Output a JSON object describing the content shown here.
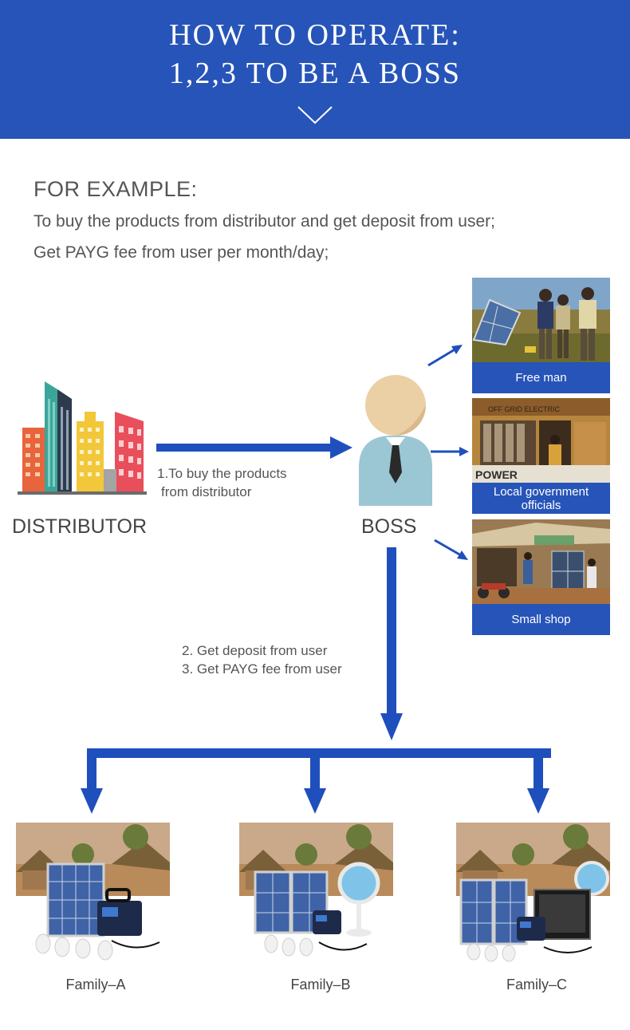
{
  "header": {
    "title_line1": "HOW TO OPERATE:",
    "title_line2": "1,2,3 TO BE A BOSS",
    "scroll_icon": "chevron-down-icon"
  },
  "intro": {
    "heading": "FOR EXAMPLE:",
    "line1": "To buy the products from distributor and get deposit from user;",
    "line2": "Get PAYG fee from user per month/day;"
  },
  "roles": {
    "distributor": "DISTRIBUTOR",
    "boss": "BOSS"
  },
  "flow": {
    "step1_line1": "1.To buy the products",
    "step1_line2": "from distributor",
    "step2": "2. Get deposit from user",
    "step3": "3. Get PAYG fee from user"
  },
  "boss_types": [
    {
      "caption": "Free man"
    },
    {
      "caption": "Local government officials"
    },
    {
      "caption": "Small shop"
    }
  ],
  "families": [
    {
      "label": "Family–A"
    },
    {
      "label": "Family–B"
    },
    {
      "label": "Family–C"
    }
  ],
  "colors": {
    "brand_blue": "#2754b8",
    "arrow_blue": "#1f4fbd"
  }
}
